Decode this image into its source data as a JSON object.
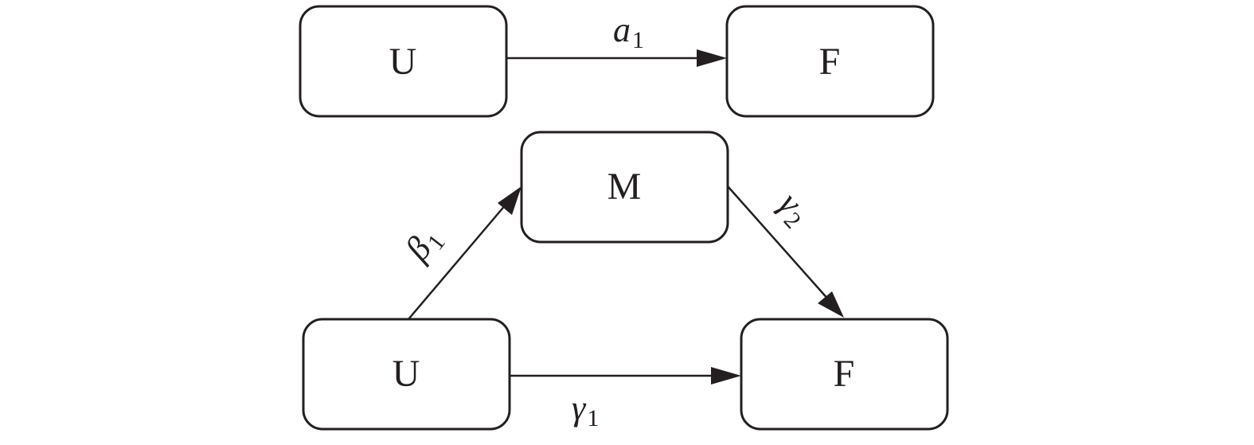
{
  "diagram": {
    "top_model": {
      "source": {
        "label": "U"
      },
      "target": {
        "label": "F"
      },
      "edge": {
        "symbol": "a",
        "subscript": "1"
      }
    },
    "mediation_model": {
      "mediator": {
        "label": "M"
      },
      "source": {
        "label": "U"
      },
      "target": {
        "label": "F"
      },
      "edge_source_mediator": {
        "symbol": "β",
        "subscript": "1"
      },
      "edge_mediator_target": {
        "symbol": "γ",
        "subscript": "2"
      },
      "edge_source_target": {
        "symbol": "γ",
        "subscript": "1"
      }
    }
  }
}
